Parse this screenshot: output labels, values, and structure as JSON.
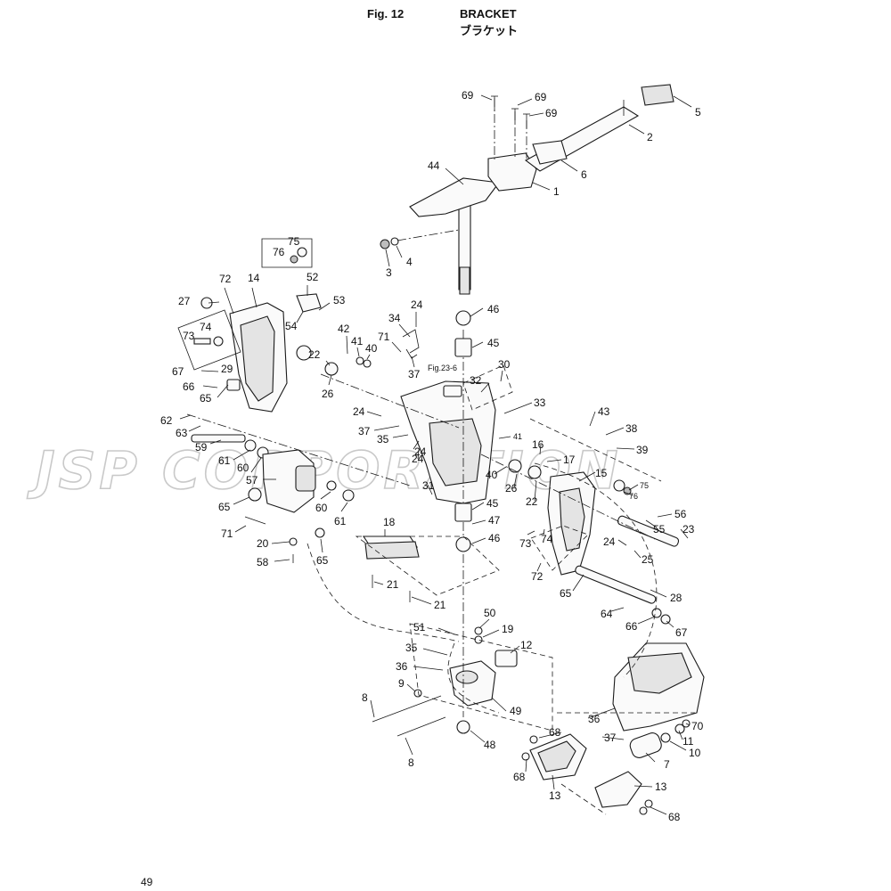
{
  "header": {
    "fig_label": "Fig. 12",
    "title_en": "BRACKET",
    "title_jp": "ブラケット"
  },
  "watermark": "JSP CORPORATION",
  "page_number": "49",
  "callouts": [
    {
      "id": "c69a",
      "text": "69"
    },
    {
      "id": "c69b",
      "text": "69"
    },
    {
      "id": "c69c",
      "text": "69"
    },
    {
      "id": "c5",
      "text": "5"
    },
    {
      "id": "c2",
      "text": "2"
    },
    {
      "id": "c6",
      "text": "6"
    },
    {
      "id": "c1",
      "text": "1"
    },
    {
      "id": "c44",
      "text": "44"
    },
    {
      "id": "c3",
      "text": "3"
    },
    {
      "id": "c4",
      "text": "4"
    },
    {
      "id": "c75a",
      "text": "75"
    },
    {
      "id": "c76a",
      "text": "76"
    },
    {
      "id": "c72a",
      "text": "72"
    },
    {
      "id": "c14",
      "text": "14"
    },
    {
      "id": "c52",
      "text": "52"
    },
    {
      "id": "c53",
      "text": "53"
    },
    {
      "id": "c54",
      "text": "54"
    },
    {
      "id": "c27",
      "text": "27"
    },
    {
      "id": "c74a",
      "text": "74"
    },
    {
      "id": "c73a",
      "text": "73"
    },
    {
      "id": "c22a",
      "text": "22"
    },
    {
      "id": "c67a",
      "text": "67"
    },
    {
      "id": "c29",
      "text": "29"
    },
    {
      "id": "c66a",
      "text": "66"
    },
    {
      "id": "c65a",
      "text": "65"
    },
    {
      "id": "c26a",
      "text": "26"
    },
    {
      "id": "c62",
      "text": "62"
    },
    {
      "id": "c63",
      "text": "63"
    },
    {
      "id": "c59",
      "text": "59"
    },
    {
      "id": "c61a",
      "text": "61"
    },
    {
      "id": "c60a",
      "text": "60"
    },
    {
      "id": "c57",
      "text": "57"
    },
    {
      "id": "c65b",
      "text": "65"
    },
    {
      "id": "c60b",
      "text": "60"
    },
    {
      "id": "c61b",
      "text": "61"
    },
    {
      "id": "c71a",
      "text": "71"
    },
    {
      "id": "c20",
      "text": "20"
    },
    {
      "id": "c58",
      "text": "58"
    },
    {
      "id": "c65c",
      "text": "65"
    },
    {
      "id": "c24a",
      "text": "24"
    },
    {
      "id": "c34",
      "text": "34"
    },
    {
      "id": "c42",
      "text": "42"
    },
    {
      "id": "c41a",
      "text": "41"
    },
    {
      "id": "c40a",
      "text": "40"
    },
    {
      "id": "c71b",
      "text": "71"
    },
    {
      "id": "c37a",
      "text": "37"
    },
    {
      "id": "cfig",
      "text": "Fig.23-6"
    },
    {
      "id": "c30",
      "text": "30"
    },
    {
      "id": "c32",
      "text": "32"
    },
    {
      "id": "c46a",
      "text": "46"
    },
    {
      "id": "c45a",
      "text": "45"
    },
    {
      "id": "c24b",
      "text": "24"
    },
    {
      "id": "c37b",
      "text": "37"
    },
    {
      "id": "c35a",
      "text": "35"
    },
    {
      "id": "c24c",
      "text": "24"
    },
    {
      "id": "c33",
      "text": "33"
    },
    {
      "id": "c41b",
      "text": "41"
    },
    {
      "id": "c43",
      "text": "43"
    },
    {
      "id": "c38",
      "text": "38"
    },
    {
      "id": "c39",
      "text": "39"
    },
    {
      "id": "c16",
      "text": "16"
    },
    {
      "id": "c17",
      "text": "17"
    },
    {
      "id": "c15",
      "text": "15"
    },
    {
      "id": "c40b",
      "text": "40"
    },
    {
      "id": "c26b",
      "text": "26"
    },
    {
      "id": "c22b",
      "text": "22"
    },
    {
      "id": "c75b",
      "text": "75"
    },
    {
      "id": "c76b",
      "text": "76"
    },
    {
      "id": "c31",
      "text": "31"
    },
    {
      "id": "c24d",
      "text": "24"
    },
    {
      "id": "c56",
      "text": "56"
    },
    {
      "id": "c55",
      "text": "55"
    },
    {
      "id": "c23",
      "text": "23"
    },
    {
      "id": "c45b",
      "text": "45"
    },
    {
      "id": "c47",
      "text": "47"
    },
    {
      "id": "c46b",
      "text": "46"
    },
    {
      "id": "c73b",
      "text": "73"
    },
    {
      "id": "c74b",
      "text": "74"
    },
    {
      "id": "c24e",
      "text": "24"
    },
    {
      "id": "c25",
      "text": "25"
    },
    {
      "id": "c18",
      "text": "18"
    },
    {
      "id": "c72b",
      "text": "72"
    },
    {
      "id": "c65d",
      "text": "65"
    },
    {
      "id": "c28",
      "text": "28"
    },
    {
      "id": "c21a",
      "text": "21"
    },
    {
      "id": "c21b",
      "text": "21"
    },
    {
      "id": "c64",
      "text": "64"
    },
    {
      "id": "c66b",
      "text": "66"
    },
    {
      "id": "c67b",
      "text": "67"
    },
    {
      "id": "c50",
      "text": "50"
    },
    {
      "id": "c51",
      "text": "51"
    },
    {
      "id": "c19",
      "text": "19"
    },
    {
      "id": "c12",
      "text": "12"
    },
    {
      "id": "c35b",
      "text": "35"
    },
    {
      "id": "c36a",
      "text": "36"
    },
    {
      "id": "c9",
      "text": "9"
    },
    {
      "id": "c8a",
      "text": "8"
    },
    {
      "id": "c49",
      "text": "49"
    },
    {
      "id": "c8b",
      "text": "8"
    },
    {
      "id": "c48",
      "text": "48"
    },
    {
      "id": "c36b",
      "text": "36"
    },
    {
      "id": "c70",
      "text": "70"
    },
    {
      "id": "c11",
      "text": "11"
    },
    {
      "id": "c37c",
      "text": "37"
    },
    {
      "id": "c68a",
      "text": "68"
    },
    {
      "id": "c10",
      "text": "10"
    },
    {
      "id": "c7",
      "text": "7"
    },
    {
      "id": "c68b",
      "text": "68"
    },
    {
      "id": "c13a",
      "text": "13"
    },
    {
      "id": "c13b",
      "text": "13"
    },
    {
      "id": "c68c",
      "text": "68"
    }
  ]
}
